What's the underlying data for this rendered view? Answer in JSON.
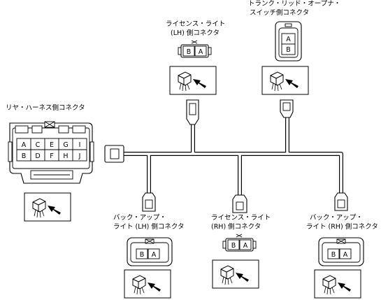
{
  "labels": {
    "trunk_switch_line1": "トランク・リッド・オープナ・",
    "trunk_switch_line2": "スイッチ側コネクタ",
    "license_lh_line1": "ライセンス・ライト",
    "license_lh_line2": "(LH) 側コネクタ",
    "rear_harness": "リヤ・ハーネス側コネクタ",
    "back_lh_line1": "バック・アップ・",
    "back_lh_line2": "ライト (LH) 側コネクタ",
    "license_rh_line1": "ライセンス・ライト",
    "license_rh_line2": "(RH) 側コネクタ",
    "back_rh_line1": "バック・アップ・",
    "back_rh_line2": "ライト (RH) 側コネクタ"
  },
  "pins": {
    "two_pin": [
      "B",
      "A"
    ],
    "trunk_switch": [
      "A",
      "B"
    ],
    "rear_harness_top": [
      "A",
      "C",
      "E",
      "G",
      "I"
    ],
    "rear_harness_bottom": [
      "B",
      "D",
      "F",
      "H",
      "J"
    ]
  }
}
